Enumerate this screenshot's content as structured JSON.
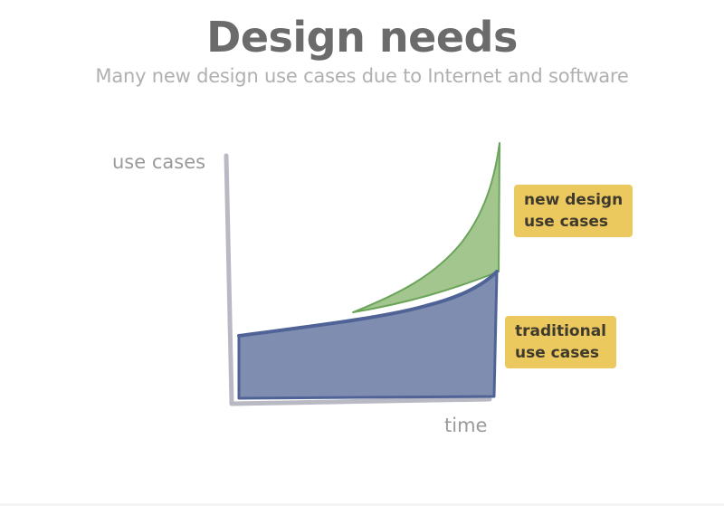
{
  "title": "Design needs",
  "subtitle": "Many new design use cases due to Internet and software",
  "axes": {
    "y_label": "use cases",
    "x_label": "time"
  },
  "labels": {
    "new": "new design\nuse cases",
    "traditional": "traditional\nuse cases"
  },
  "colors": {
    "title": "#6b6b6b",
    "subtitle": "#b0b0b0",
    "axis": "#b9b9c4",
    "traditional_fill": "#7f8db0",
    "traditional_edge": "#4f6396",
    "new_fill": "#a3c68f",
    "new_edge": "#6aa55a",
    "tag_bg": "#ecc95e"
  }
}
